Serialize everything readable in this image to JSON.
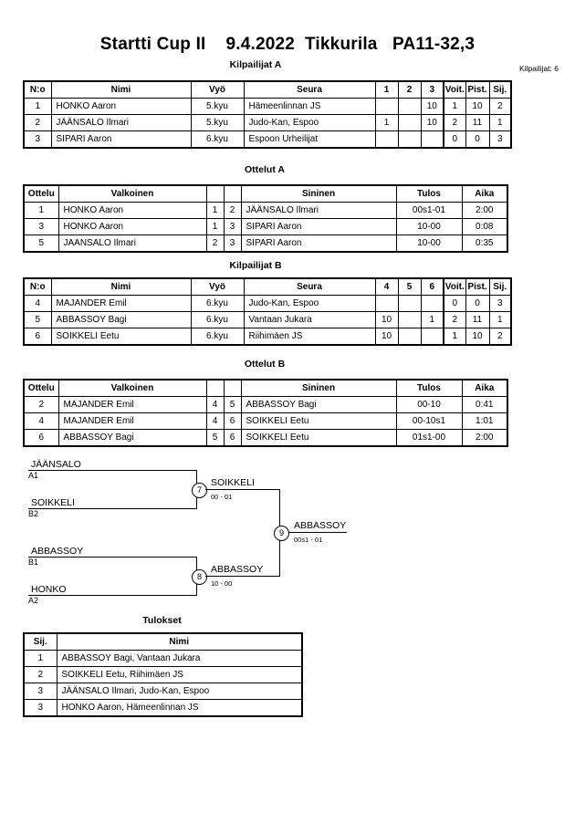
{
  "header": {
    "title": "Startti Cup II    9.4.2022  Tikkurila   PA11-32,3",
    "entrant_count": "Kilpailijat: 6"
  },
  "pool_a": {
    "caption": "Kilpailijat A",
    "columns": [
      "N:o",
      "Nimi",
      "Vyö",
      "Seura",
      "1",
      "2",
      "3",
      "Voit.",
      "Pist.",
      "Sij."
    ],
    "rows": [
      {
        "no": "1",
        "name": "HONKO Aaron",
        "belt": "5.kyu",
        "club": "Hämeenlinnan JS",
        "m1": "",
        "m2": "",
        "m3": "10",
        "wins": "1",
        "points": "10",
        "rank": "2"
      },
      {
        "no": "2",
        "name": "JÄÄNSALO Ilmari",
        "belt": "5.kyu",
        "club": "Judo-Kan, Espoo",
        "m1": "1",
        "m2": "",
        "m3": "10",
        "wins": "2",
        "points": "11",
        "rank": "1"
      },
      {
        "no": "3",
        "name": "SIPARI Aaron",
        "belt": "6.kyu",
        "club": "Espoon Urheilijat",
        "m1": "",
        "m2": "",
        "m3": "",
        "wins": "0",
        "points": "0",
        "rank": "3"
      }
    ]
  },
  "matches_a": {
    "caption": "Ottelut A",
    "columns": [
      "Ottelu",
      "Valkoinen",
      "",
      "",
      "Sininen",
      "Tulos",
      "Aika"
    ],
    "rows": [
      {
        "no": "1",
        "white": "HONKO Aaron",
        "wn": "1",
        "bn": "2",
        "blue": "JÄÄNSALO Ilmari",
        "result": "00s1-01",
        "time": "2:00"
      },
      {
        "no": "3",
        "white": "HONKO Aaron",
        "wn": "1",
        "bn": "3",
        "blue": "SIPARI Aaron",
        "result": "10-00",
        "time": "0:08"
      },
      {
        "no": "5",
        "white": "JAANSALO Ilmari",
        "wn": "2",
        "bn": "3",
        "blue": "SIPARI Aaron",
        "result": "10-00",
        "time": "0:35"
      }
    ]
  },
  "pool_b": {
    "caption": "Kilpailijat B",
    "columns": [
      "N:o",
      "Nimi",
      "Vyö",
      "Seura",
      "4",
      "5",
      "6",
      "Voit.",
      "Pist.",
      "Sij."
    ],
    "rows": [
      {
        "no": "4",
        "name": "MAJANDER Emil",
        "belt": "6.kyu",
        "club": "Judo-Kan, Espoo",
        "m1": "",
        "m2": "",
        "m3": "",
        "wins": "0",
        "points": "0",
        "rank": "3"
      },
      {
        "no": "5",
        "name": "ABBASSOY Bagi",
        "belt": "6.kyu",
        "club": "Vantaan Jukara",
        "m1": "10",
        "m2": "",
        "m3": "1",
        "wins": "2",
        "points": "11",
        "rank": "1"
      },
      {
        "no": "6",
        "name": "SOIKKELI Eetu",
        "belt": "6.kyu",
        "club": "Riihimäen JS",
        "m1": "10",
        "m2": "",
        "m3": "",
        "wins": "1",
        "points": "10",
        "rank": "2"
      }
    ]
  },
  "matches_b": {
    "caption": "Ottelut B",
    "columns": [
      "Ottelu",
      "Valkoinen",
      "",
      "",
      "Sininen",
      "Tulos",
      "Aika"
    ],
    "rows": [
      {
        "no": "2",
        "white": "MAJANDER Emil",
        "wn": "4",
        "bn": "5",
        "blue": "ABBASSOY Bagi",
        "result": "00-10",
        "time": "0:41"
      },
      {
        "no": "4",
        "white": "MAJANDER Emil",
        "wn": "4",
        "bn": "6",
        "blue": "SOIKKELI Eetu",
        "result": "00-10s1",
        "time": "1:01"
      },
      {
        "no": "6",
        "white": "ABBASSOY Bagi",
        "wn": "5",
        "bn": "6",
        "blue": "SOIKKELI Eetu",
        "result": "01s1-00",
        "time": "2:00"
      }
    ]
  },
  "bracket": {
    "seeds": [
      {
        "name": "JÄÄNSALO",
        "code": "A1"
      },
      {
        "name": "SOIKKELI",
        "code": "B2"
      },
      {
        "name": "ABBASSOY",
        "code": "B1"
      },
      {
        "name": "HONKO",
        "code": "A2"
      }
    ],
    "semifinals": [
      {
        "number": "7",
        "winner": "SOIKKELI",
        "score": "00 - 01"
      },
      {
        "number": "8",
        "winner": "ABBASSOY",
        "score": "10 - 00"
      }
    ],
    "final": {
      "number": "9",
      "winner": "ABBASSOY",
      "score": "00s1 - 01"
    }
  },
  "results": {
    "caption": "Tulokset",
    "columns": [
      "Sij.",
      "Nimi"
    ],
    "rows": [
      {
        "rank": "1",
        "name": "ABBASSOY Bagi, Vantaan Jukara"
      },
      {
        "rank": "2",
        "name": "SOIKKELI Eetu, Riihimäen JS"
      },
      {
        "rank": "3",
        "name": "JÄÄNSALO Ilmari, Judo-Kan, Espoo"
      },
      {
        "rank": "3",
        "name": "HONKO Aaron, Hämeenlinnan JS"
      }
    ]
  }
}
